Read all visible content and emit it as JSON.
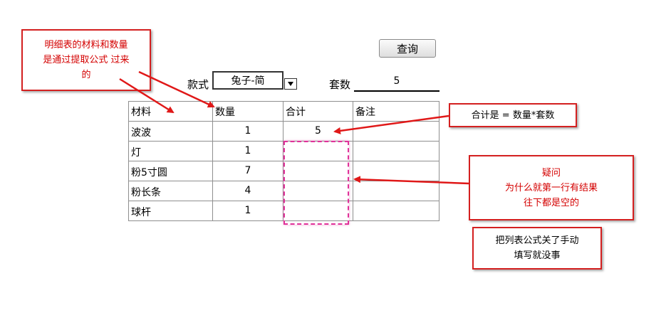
{
  "toolbar": {
    "query_label": "查询"
  },
  "form": {
    "style_label": "款式",
    "style_value": "兔子-简",
    "sets_label": "套数",
    "sets_value": "5"
  },
  "table": {
    "headers": [
      "材料",
      "数量",
      "合计",
      "备注"
    ],
    "rows": [
      {
        "material": "波波",
        "qty": "1",
        "total": "5",
        "remark": ""
      },
      {
        "material": "灯",
        "qty": "1",
        "total": "",
        "remark": ""
      },
      {
        "material": "粉5寸圆",
        "qty": "7",
        "total": "",
        "remark": ""
      },
      {
        "material": "粉长条",
        "qty": "4",
        "total": "",
        "remark": ""
      },
      {
        "material": "球杆",
        "qty": "1",
        "total": "",
        "remark": ""
      }
    ]
  },
  "annotations": {
    "note1": [
      "明细表的材料和数量",
      "是通过提取公式 过来",
      "的"
    ],
    "note2": [
      "合计是 = 数量*套数"
    ],
    "note3": [
      "疑问",
      "为什么就第一行有结果",
      "往下都是空的"
    ],
    "note4": [
      "把列表公式关了手动",
      "填写就没事"
    ]
  },
  "colors": {
    "annotation_red": "#d42020",
    "highlight_pink": "#e0329a"
  }
}
